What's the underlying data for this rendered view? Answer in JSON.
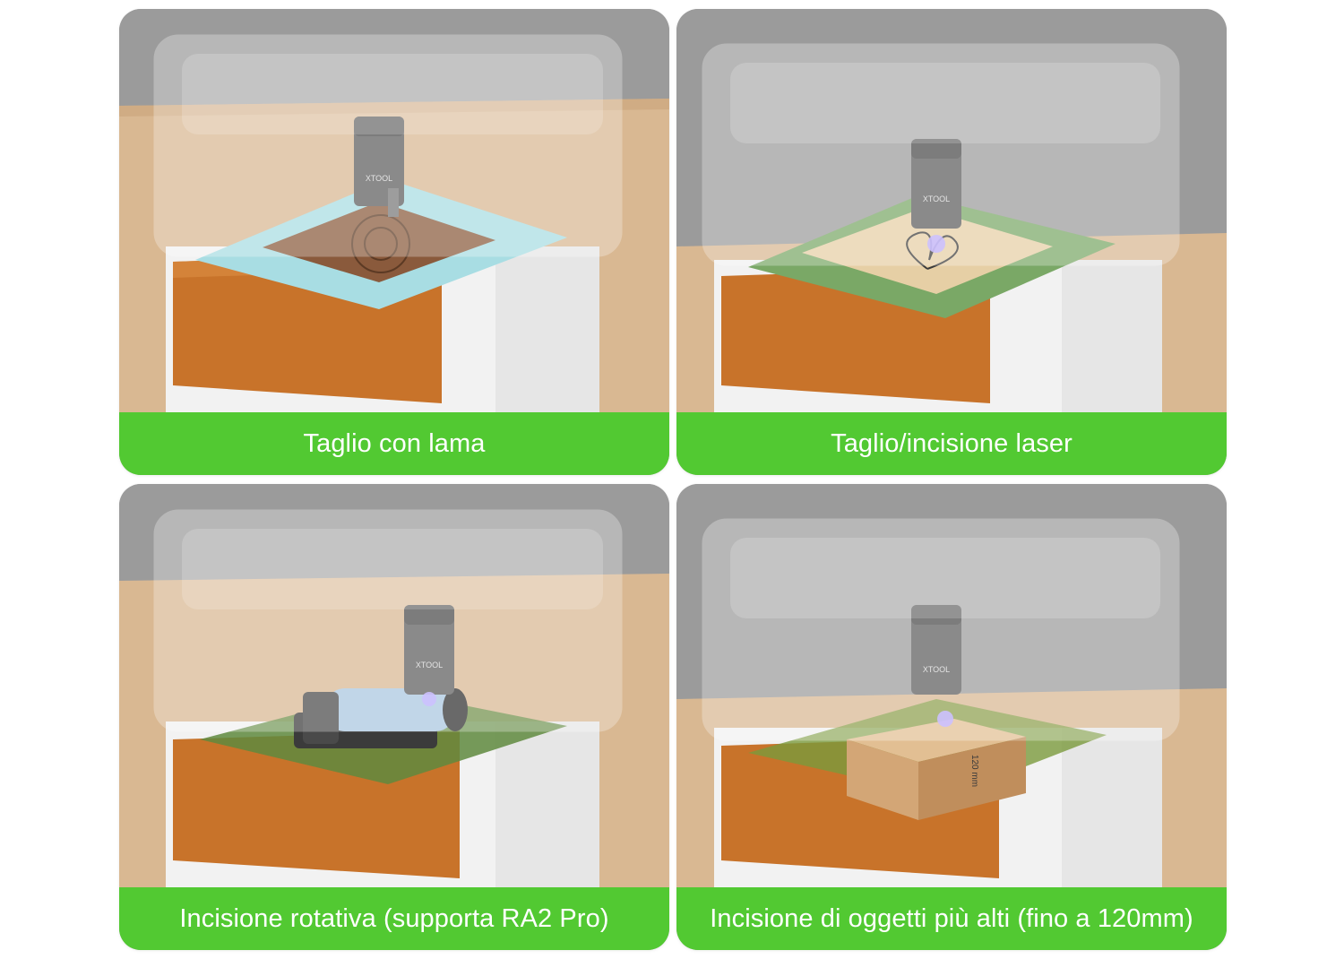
{
  "panels": [
    {
      "caption": "Taglio con lama",
      "illustration": "blade-cutting"
    },
    {
      "caption": "Taglio/incisione laser",
      "illustration": "laser-engraving"
    },
    {
      "caption": "Incisione rotativa (supporta RA2 Pro)",
      "illustration": "rotary-engraving"
    },
    {
      "caption": "Incisione di oggetti più alti (fino a 120mm)",
      "illustration": "tall-object-engraving"
    }
  ],
  "device": {
    "brand_text": "XTOOL"
  },
  "object_label": "120 mm",
  "colors": {
    "caption_bg": "#52c932",
    "caption_text": "#ffffff",
    "wall": "#9b9b9b",
    "desk": "#d9b892",
    "enclosure_orange": "#c8732a",
    "base_white": "#f2f2f2"
  }
}
